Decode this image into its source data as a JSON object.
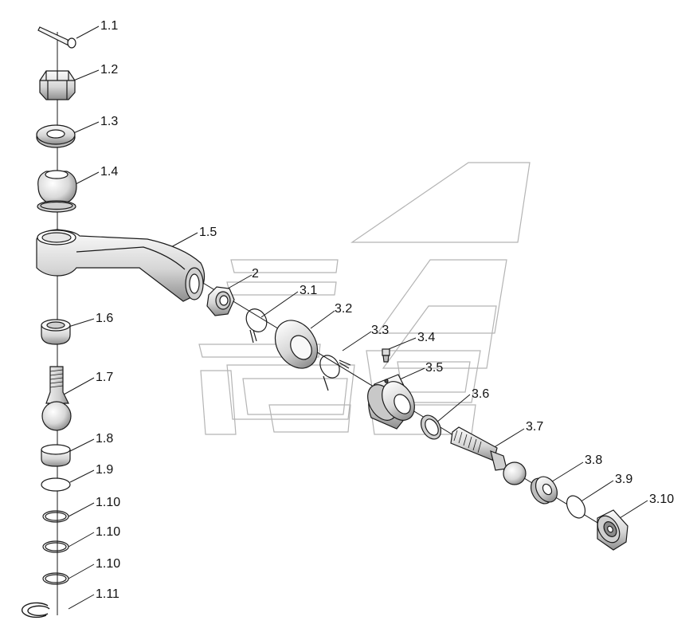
{
  "colors": {
    "line": "#1a1a1a",
    "watermark": "#b4b4b4",
    "fill_light": "#f4f4f4",
    "fill_mid": "#d9d9d9",
    "fill_dark": "#9a9a9a"
  },
  "labels": {
    "p1_1": "1.1",
    "p1_2": "1.2",
    "p1_3": "1.3",
    "p1_4": "1.4",
    "p1_5": "1.5",
    "p1_6": "1.6",
    "p1_7": "1.7",
    "p1_8": "1.8",
    "p1_9": "1.9",
    "p1_10a": "1.10",
    "p1_10b": "1.10",
    "p1_10c": "1.10",
    "p1_11": "1.11",
    "p2": "2",
    "p3_1": "3.1",
    "p3_2": "3.2",
    "p3_3": "3.3",
    "p3_4": "3.4",
    "p3_5": "3.5",
    "p3_6": "3.6",
    "p3_7": "3.7",
    "p3_8": "3.8",
    "p3_9": "3.9",
    "p3_10": "3.10"
  }
}
